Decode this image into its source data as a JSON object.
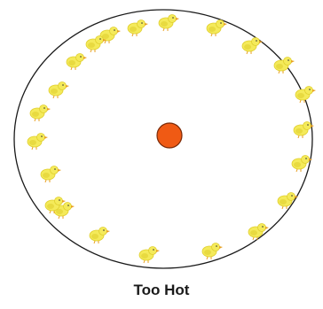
{
  "caption": "Too Hot",
  "colors": {
    "enclosure_stroke": "#1a1a1a",
    "heat_source_fill": "#f05a14",
    "heat_source_stroke": "#7a2a08",
    "chick_body": "#f4ea5a",
    "chick_shade": "#e0cf2e",
    "chick_beak": "#e8a020"
  },
  "elements": {
    "enclosure": "circle-enclosure",
    "heat_source": "heat-lamp-icon",
    "chick_icon": "chick-icon",
    "chick_count": 22
  }
}
